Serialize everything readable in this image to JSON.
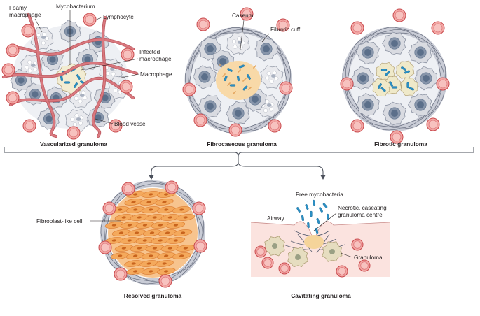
{
  "labels": {
    "foamy_macrophage": [
      "Foamy",
      "macrophage"
    ],
    "mycobacterium": "Mycobacterium",
    "lymphocyte": "Lymphocyte",
    "infected_macrophage": [
      "Infected",
      "macrophage"
    ],
    "macrophage": "Macrophage",
    "blood_vessel": "Blood vessel",
    "caseum": "Caseum",
    "fibrotic_cuff": "Fibrotic cuff",
    "fibroblast_like_cell": "Fibroblast-like cell",
    "free_mycobacteria": "Free mycobacteria",
    "necrotic_centre": [
      "Necrotic, caseating",
      "granuloma centre"
    ],
    "airway": "Airway",
    "granuloma": "Granuloma"
  },
  "captions": {
    "vascularized": "Vascularized granuloma",
    "fibrocaseous": "Fibrocaseous granuloma",
    "fibrotic": "Fibrotic granuloma",
    "resolved": "Resolved granuloma",
    "cavitating": "Cavitating granuloma"
  },
  "colors": {
    "lymphocyte_fill": "#f2a7a4",
    "lymphocyte_stroke": "#c94a4e",
    "macrophage_fill": "#d9dbe1",
    "macrophage_nucleus": "#5b6f8a",
    "foamy_fill": "#e9eaee",
    "bacterium": "#2a8fc4",
    "vessel": "#d9787e",
    "caseum": "#f8d9a8",
    "fibrosis": "#555c6e",
    "fibroblast": "#f4a95c",
    "tissue": "#fbe3df",
    "bracket": "#4a4f5a"
  }
}
